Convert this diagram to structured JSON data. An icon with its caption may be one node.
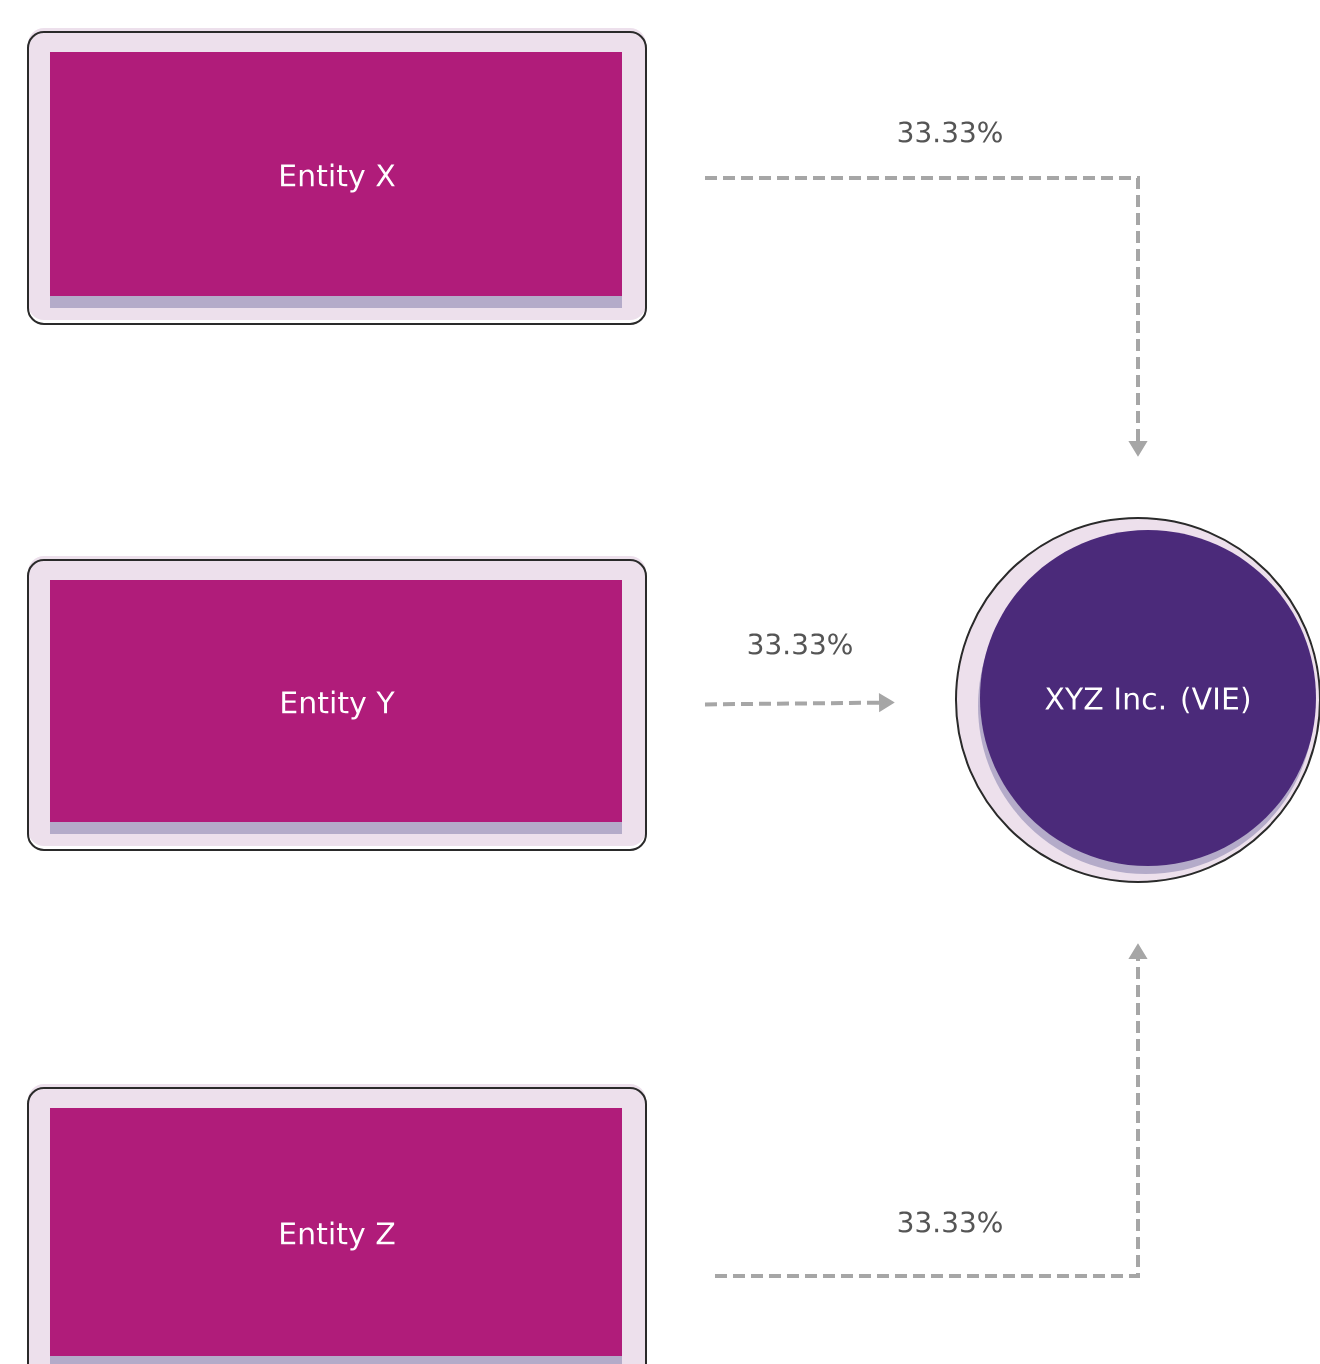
{
  "diagram": {
    "nodes": [
      {
        "text": [
          "Entity X"
        ]
      },
      {
        "text": [
          "Entity Y"
        ]
      },
      {
        "text": [
          "Entity Z"
        ]
      },
      {
        "text": [
          "XYZ Inc. (VIE)"
        ]
      }
    ],
    "edges": [
      {
        "from": 0,
        "to": 3,
        "arrow": "to",
        "label": "33.33%",
        "style": "dashed"
      },
      {
        "from": 1,
        "to": 3,
        "arrow": "to",
        "label": "33.33%",
        "style": "dashed"
      },
      {
        "from": 2,
        "to": 3,
        "arrow": "to",
        "label": "33.33%",
        "style": "dashed"
      }
    ]
  }
}
